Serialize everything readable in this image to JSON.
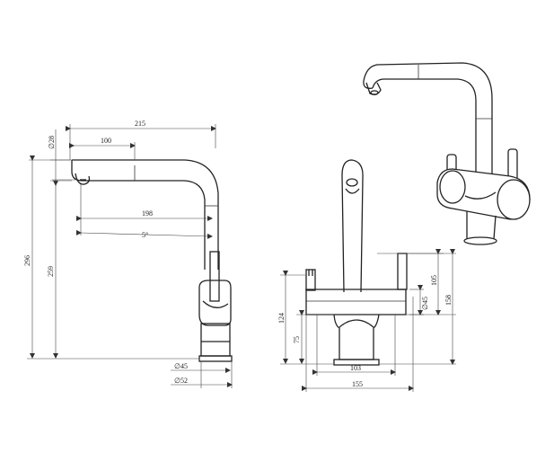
{
  "dimensions": {
    "total_length": "215",
    "spout_length": "100",
    "spout_diameter": "∅28",
    "reach_outlet": "198",
    "angle": "5°",
    "total_height": "296",
    "spout_height": "259",
    "base_diameter_45": "∅45",
    "base_diameter_52": "∅52",
    "body_height": "124",
    "lower_height": "75",
    "handle_spacing": "103",
    "total_width": "155",
    "handle_diameter": "∅45",
    "handle_height": "105",
    "top_height": "158"
  }
}
